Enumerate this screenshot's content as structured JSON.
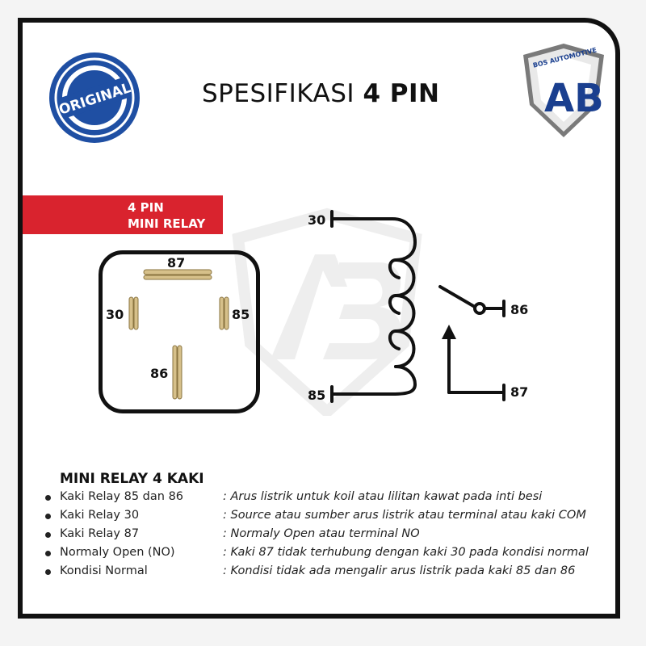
{
  "header": {
    "title_prefix": "SPESIFIKASI",
    "title_bold": "4 PIN"
  },
  "seal": {
    "text": "ORIGINAL",
    "icon": "original-seal-icon",
    "color": "#1f4fa3"
  },
  "logo": {
    "text": "BOS AUTOMOTIVE",
    "letters": "AB",
    "icon": "bos-automotive-logo-icon",
    "color": "#1a3f8f"
  },
  "banner": {
    "line1": "4 PIN",
    "line2": "MINI RELAY",
    "color": "#d9232e"
  },
  "relay_pins": {
    "top": "87",
    "left": "30",
    "right": "85",
    "bottom": "86",
    "pin_color": "#d6c08a"
  },
  "schematic": {
    "coil_top": "30",
    "coil_bottom": "85",
    "switch_pin": "86",
    "contact_pin": "87"
  },
  "description": {
    "title": "MINI RELAY 4 KAKI",
    "rows": [
      {
        "term": "Kaki Relay 85 dan 86",
        "definition": ": Arus listrik untuk koil atau lilitan kawat pada inti besi"
      },
      {
        "term": "Kaki Relay 30",
        "definition": ": Source atau sumber arus listrik atau terminal atau kaki COM"
      },
      {
        "term": "Kaki Relay 87",
        "definition": ": Normaly Open atau terminal NO"
      },
      {
        "term": "Normaly Open (NO)",
        "definition": ": Kaki 87 tidak terhubung dengan kaki 30 pada kondisi normal"
      },
      {
        "term": "Kondisi Normal",
        "definition": ": Kondisi tidak ada mengalir arus listrik pada kaki 85 dan 86"
      }
    ]
  }
}
